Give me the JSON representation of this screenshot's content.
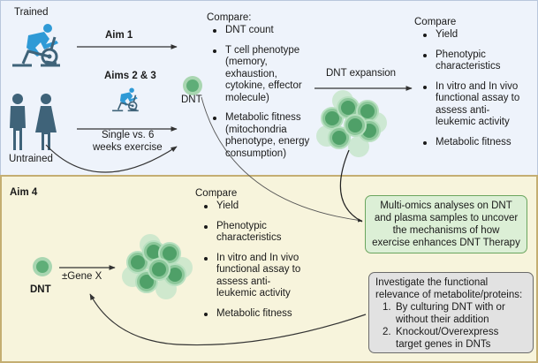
{
  "colors": {
    "top_panel_bg": "#eef3fb",
    "bottom_panel_bg": "#f7f4dc",
    "icon_blue": "#2f9ad6",
    "icon_dark": "#3f6379",
    "cell_green": "#5fae78",
    "cell_light": "#a9d6b1",
    "omics_box_bg": "#dcefd6",
    "investigate_box_bg": "#e2e2e2"
  },
  "top": {
    "trained_label": "Trained",
    "untrained_label": "Untrained",
    "aim1_label": "Aim 1",
    "aims23_label": "Aims 2 & 3",
    "exercise_label_line1": "Single vs. 6",
    "exercise_label_line2": "weeks exercise",
    "dnt_label": "DNT",
    "compare1": {
      "heading": "Compare:",
      "items": [
        [
          "DNT count"
        ],
        [
          "T cell phenotype",
          "(memory,",
          "exhaustion,",
          "cytokine, effector",
          "molecule)"
        ],
        [
          "Metabolic fitness",
          "(mitochondria",
          "phenotype, energy",
          "consumption)"
        ]
      ]
    },
    "expansion_label": "DNT expansion",
    "compare2": {
      "heading": "Compare",
      "items": [
        [
          "Yield"
        ],
        [
          "Phenotypic",
          "characteristics"
        ],
        [
          "In vitro and In vivo",
          "functional assay to",
          "assess anti-",
          "leukemic activity"
        ],
        [
          "Metabolic fitness"
        ]
      ]
    }
  },
  "bottom": {
    "aim4_label": "Aim 4",
    "dnt_label": "DNT",
    "gene_label": "±Gene X",
    "compare": {
      "heading": "Compare",
      "items": [
        [
          "Yield"
        ],
        [
          "Phenotypic",
          "characteristics"
        ],
        [
          "In vitro and In vivo",
          "functional assay to",
          "assess anti-",
          "leukemic activity"
        ],
        [
          "Metabolic fitness"
        ]
      ]
    },
    "omics_box": [
      "Multi-omics analyses on DNT",
      "and plasma samples to uncover",
      "the mechanisms of how",
      "exercise enhances DNT Therapy"
    ],
    "investigate_box": {
      "intro": [
        "Investigate the functional",
        "relevance of metabolite/proteins:"
      ],
      "steps": [
        {
          "num": "1.",
          "lines": [
            "By culturing DNT with or",
            "without their addition"
          ]
        },
        {
          "num": "2.",
          "lines": [
            "Knockout/Overexpress",
            "target genes in DNTs"
          ]
        }
      ]
    }
  }
}
